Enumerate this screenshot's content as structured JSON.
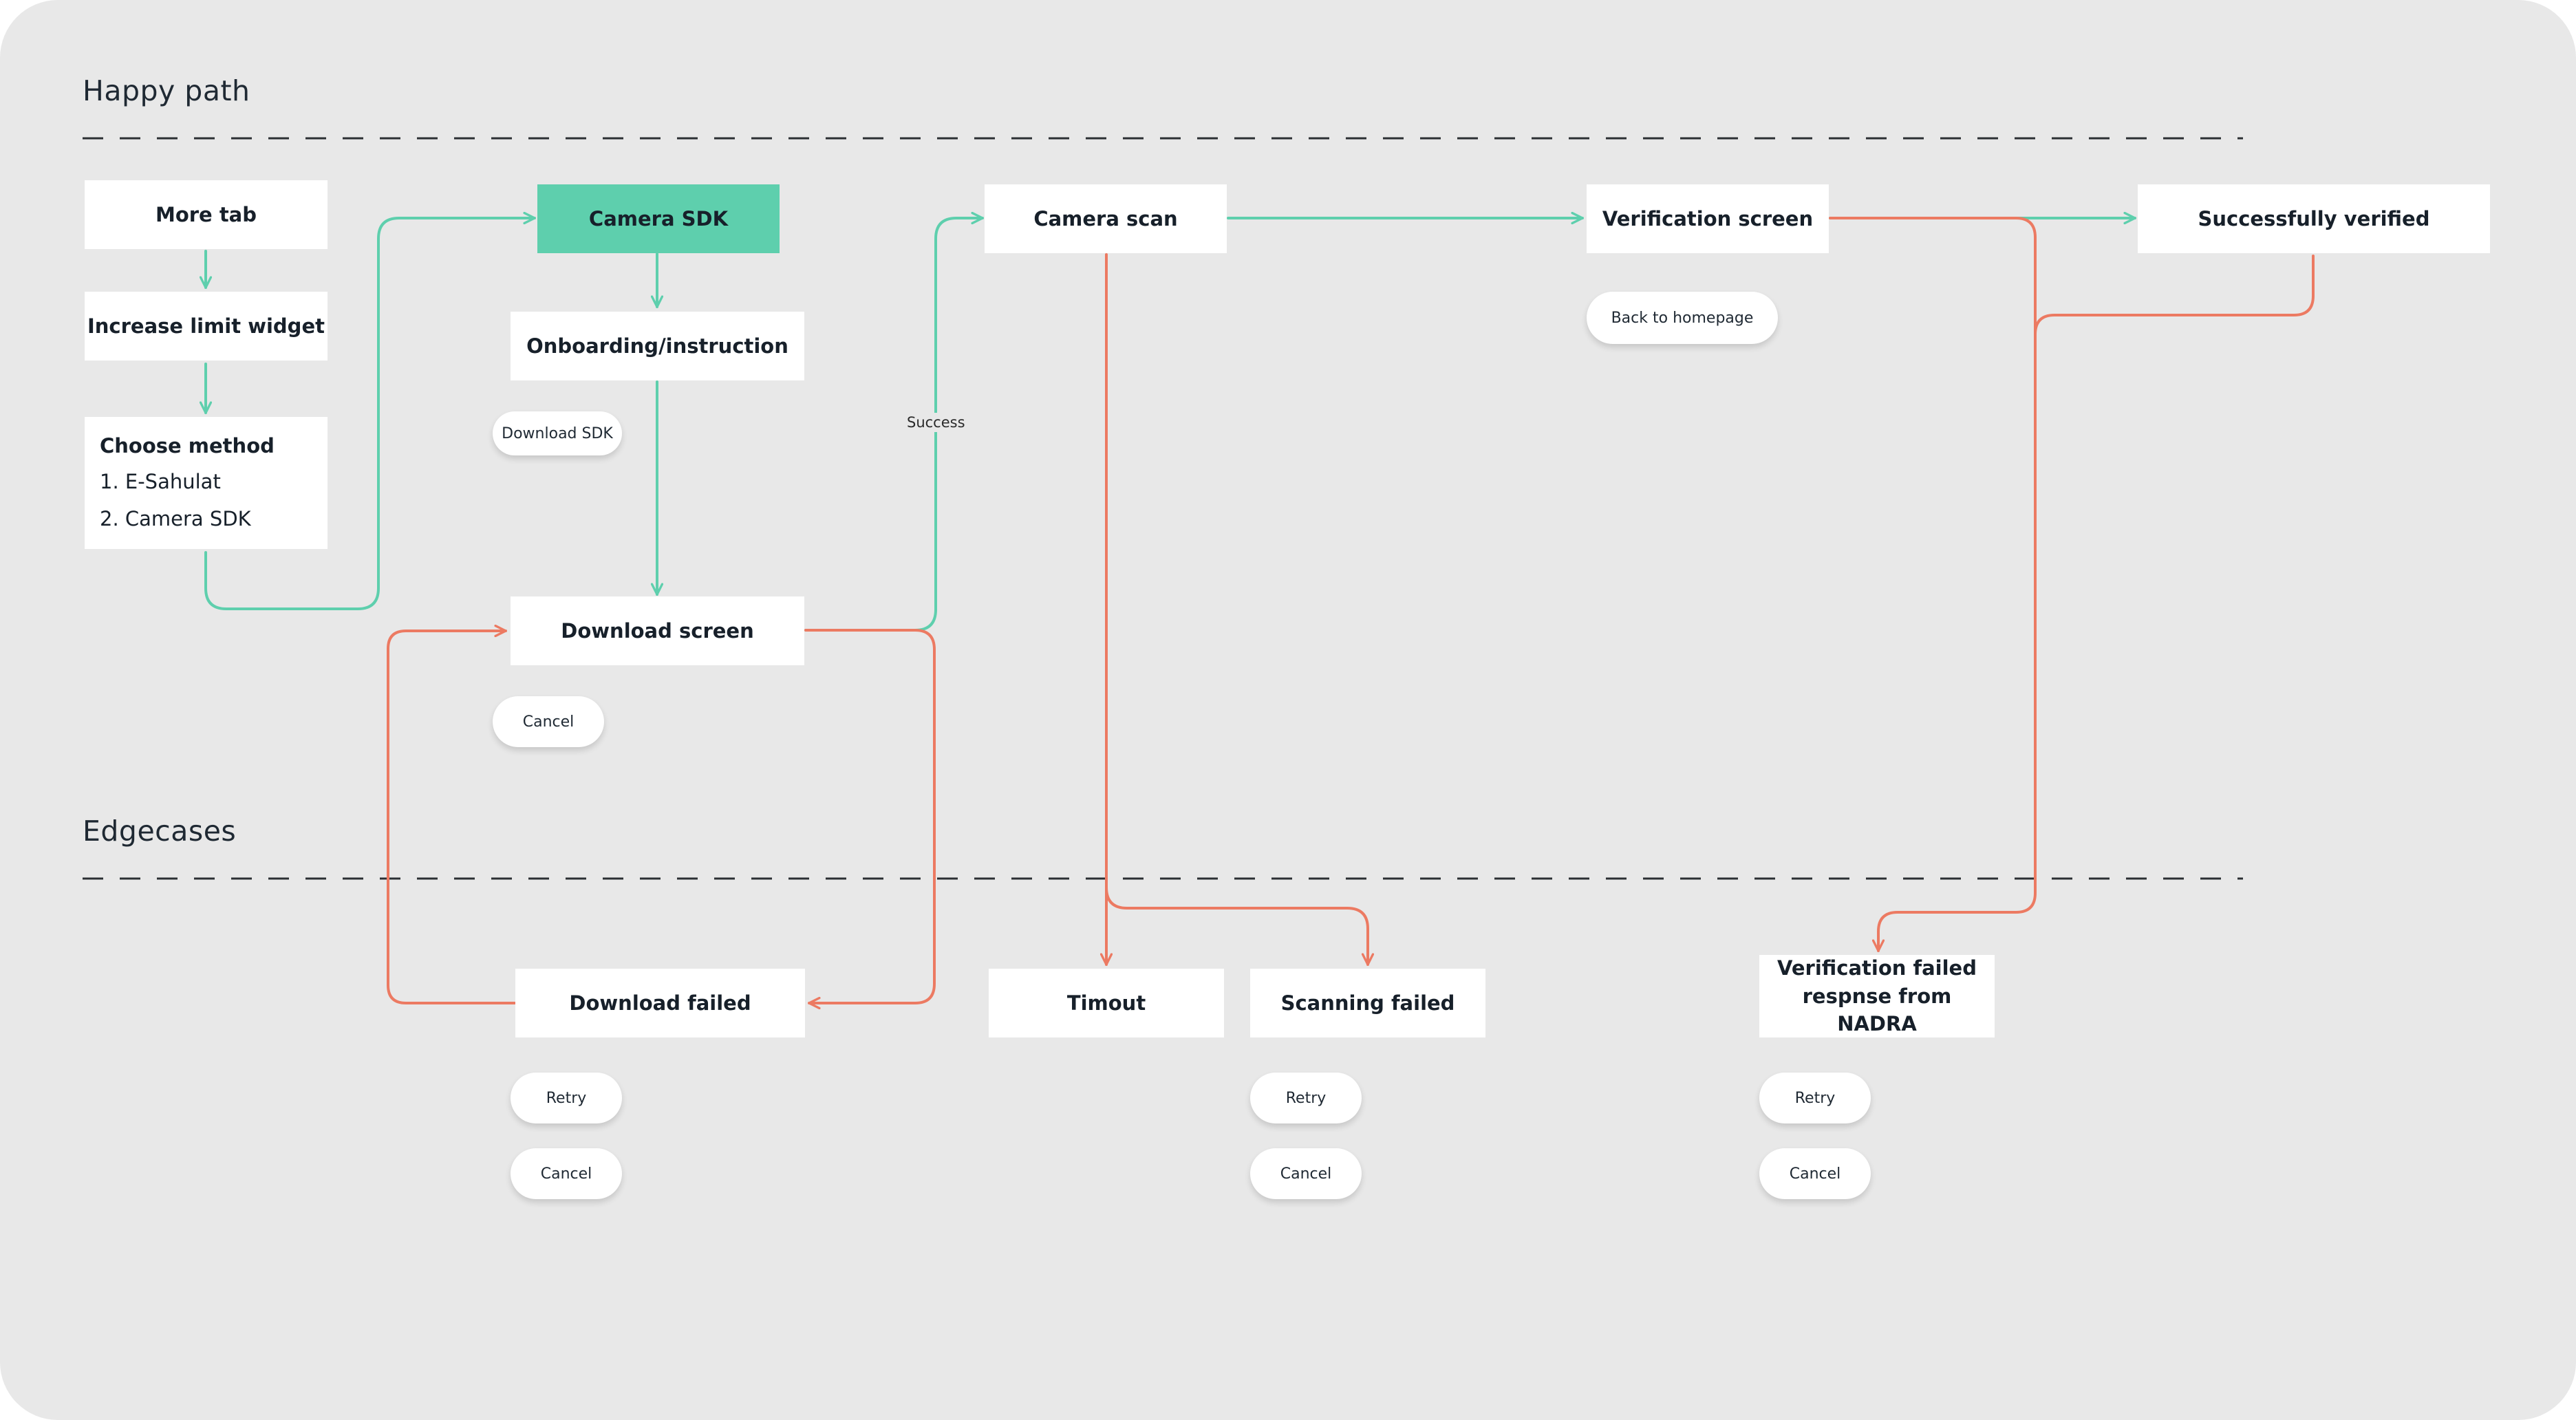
{
  "sections": {
    "happy_path": "Happy path",
    "edgecases": "Edgecases"
  },
  "nodes": {
    "more_tab": "More tab",
    "increase_limit_widget": "Increase limit widget",
    "choose_method": {
      "title": "Choose method",
      "options": [
        "1. E-Sahulat",
        "2. Camera SDK"
      ]
    },
    "camera_sdk": "Camera SDK",
    "onboarding_instruction": "Onboarding/instruction",
    "download_screen": "Download screen",
    "camera_scan": "Camera scan",
    "verification_screen": "Verification screen",
    "successfully_verified": "Successfully verified",
    "download_failed": "Download failed",
    "timeout": "Timout",
    "scanning_failed": "Scanning failed",
    "verification_failed": {
      "line1": "Verification failed",
      "line2": "respnse from NADRA"
    }
  },
  "actions": {
    "download_sdk": "Download SDK",
    "cancel_download_screen": "Cancel",
    "back_to_homepage": "Back to homepage",
    "download_failed_retry": "Retry",
    "download_failed_cancel": "Cancel",
    "scanning_failed_retry": "Retry",
    "scanning_failed_cancel": "Cancel",
    "verification_failed_retry": "Retry",
    "verification_failed_cancel": "Cancel"
  },
  "edge_labels": {
    "success": "Success"
  },
  "colors": {
    "canvas": "#e8e8e8",
    "success_path": "#5ecfad",
    "error_path": "#ec7a62",
    "divider": "#2b2f33",
    "node_fill": "#ffffff",
    "accent_node_fill": "#5ecfad"
  }
}
